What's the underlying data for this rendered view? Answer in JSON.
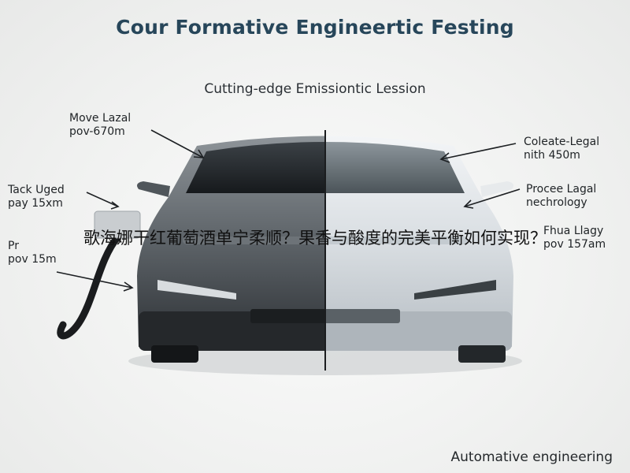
{
  "image": {
    "title": "Cour Formative Engineertic Festing",
    "subtitle": "Cutting-edge Emissiontic Lession",
    "labels": {
      "top_left": [
        "Move Lazal",
        "pov-670m"
      ],
      "mid_left": [
        "Tack Uged",
        "pay 15xm"
      ],
      "low_left": [
        "Pr",
        "pov 15m"
      ],
      "top_right": [
        "Coleate-Legal",
        "nith 450m"
      ],
      "mid_right": [
        "Procee Lagal",
        "nechrology"
      ],
      "low_right": [
        "Fhua Llagy",
        "pov 157am"
      ]
    },
    "caption": "Automative engineering",
    "overlay_question": "歌海娜干红葡萄酒单宁柔顺？果香与酸度的完美平衡如何实现？"
  }
}
